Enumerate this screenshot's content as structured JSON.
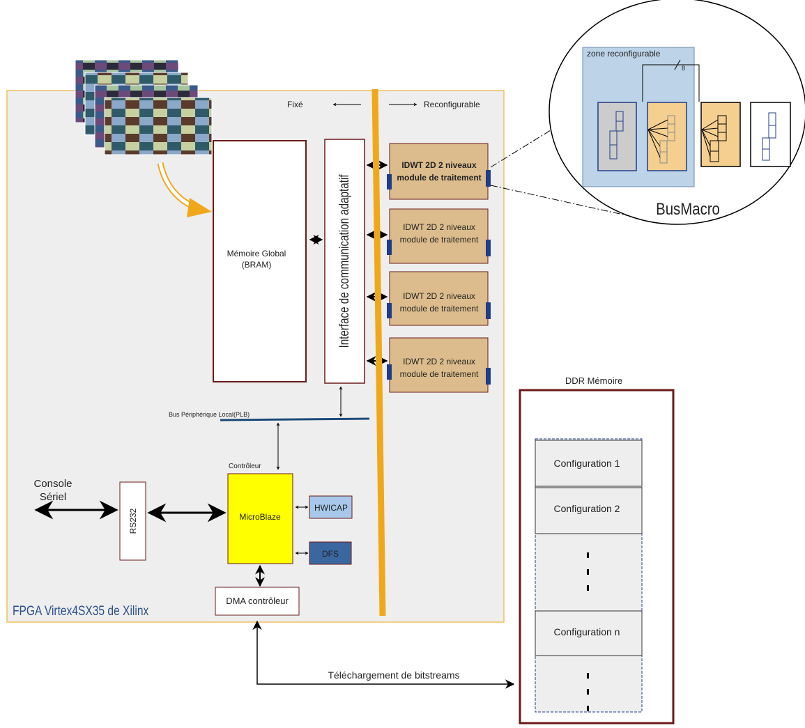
{
  "header": {
    "fixed": "Fixé",
    "reconfigurable": "Reconfigurable"
  },
  "fpga_label": "FPGA Virtex4SX35 de Xilinx",
  "memory": {
    "line1": "Mémoire Global",
    "line2": "(BRAM)"
  },
  "interface_label": "Interface de communication adaptatif",
  "modules": [
    {
      "line1": "IDWT 2D 2 niveaux",
      "line2": "module de traitement"
    },
    {
      "line1": "IDWT 2D 2 niveaux",
      "line2": "module de traitement"
    },
    {
      "line1": "IDWT 2D 2 niveaux",
      "line2": "module de traitement"
    },
    {
      "line1": "IDWT 2D 2 niveaux",
      "line2": "module de traitement"
    }
  ],
  "bus_label": "Bus Périphérique Local(PLB)",
  "controller_label": "Contrôleur",
  "microblaze": "MicroBlaze",
  "hwicap": "HWICAP",
  "dfs": "DFS",
  "rs232": "RS232",
  "console": {
    "line1": "Console",
    "line2": "Sériel"
  },
  "dma": "DMA contrôleur",
  "download": "Téléchargement de bitstreams",
  "ddr": {
    "title": "DDR Mémoire",
    "configs": [
      "Configuration 1",
      "Configuration 2",
      "Configuration n"
    ]
  },
  "busmacro": {
    "zone": "zone reconfigurable",
    "width": "8",
    "label": "BusMacro"
  },
  "colors": {
    "orange": "#f0a81a",
    "module_fill": "#dcbc8c",
    "maroon": "#6b1a1a",
    "navy": "#1f3c88",
    "yellow": "#ffff00",
    "hwicap": "#a7c8ea",
    "dfs": "#3a67a0",
    "zone": "#bcd3e8"
  }
}
